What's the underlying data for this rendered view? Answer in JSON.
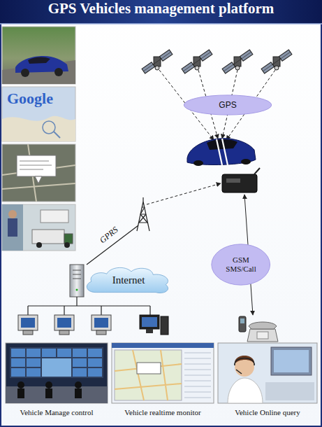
{
  "diagram": {
    "title": "GPS Vehicles management platform",
    "nodes": [
      {
        "text": [
          "GPS"
        ]
      },
      {
        "text": [
          "GSM SMS/Call"
        ]
      },
      {
        "text": [
          "Internet"
        ]
      },
      {
        "text": [
          "Vehicle Manage control"
        ]
      },
      {
        "text": [
          "Vehicle realtime monitor"
        ]
      },
      {
        "text": [
          "Vehicle Online query"
        ]
      }
    ],
    "labels": [
      "Google",
      "GPRS"
    ]
  }
}
